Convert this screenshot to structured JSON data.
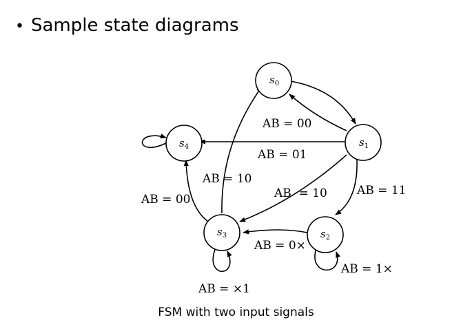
{
  "slide": {
    "bullet": "•",
    "title": "Sample state diagrams",
    "caption": "FSM with two input signals"
  },
  "states": {
    "s0": {
      "letter": "s",
      "sub": "0"
    },
    "s1": {
      "letter": "s",
      "sub": "1"
    },
    "s2": {
      "letter": "s",
      "sub": "2"
    },
    "s3": {
      "letter": "s",
      "sub": "3"
    },
    "s4": {
      "letter": "s",
      "sub": "4"
    }
  },
  "edges": {
    "s1_s0": "AB = 00",
    "s1_s4": "AB = 01",
    "s3_s0": "AB = 10",
    "s3_s4": "AB = 00",
    "s1_s3": "AB  = 10",
    "s1_s2": "AB = 11",
    "s2_s3": "AB = 0×",
    "s2_self": "AB = 1×",
    "s3_self": "AB = ×1"
  }
}
